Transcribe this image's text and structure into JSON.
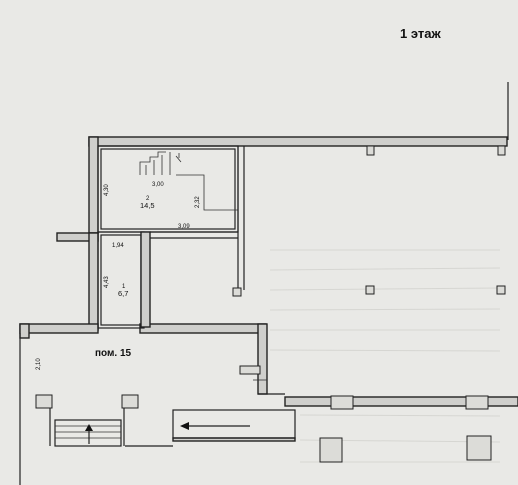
{
  "floor_title": "1 этаж",
  "room_15_label": "пом. 15",
  "rooms": [
    {
      "number": "2",
      "area": "14,5"
    },
    {
      "number": "1",
      "area": "6,7"
    }
  ],
  "dimensions": {
    "room2_width": "3,00",
    "room2_height_left": "4,30",
    "room2_height_right": "2,32",
    "room2_bottom": "3,09",
    "room1_width": "1,94",
    "room1_height": "4,43",
    "corridor_height": "2,10"
  }
}
